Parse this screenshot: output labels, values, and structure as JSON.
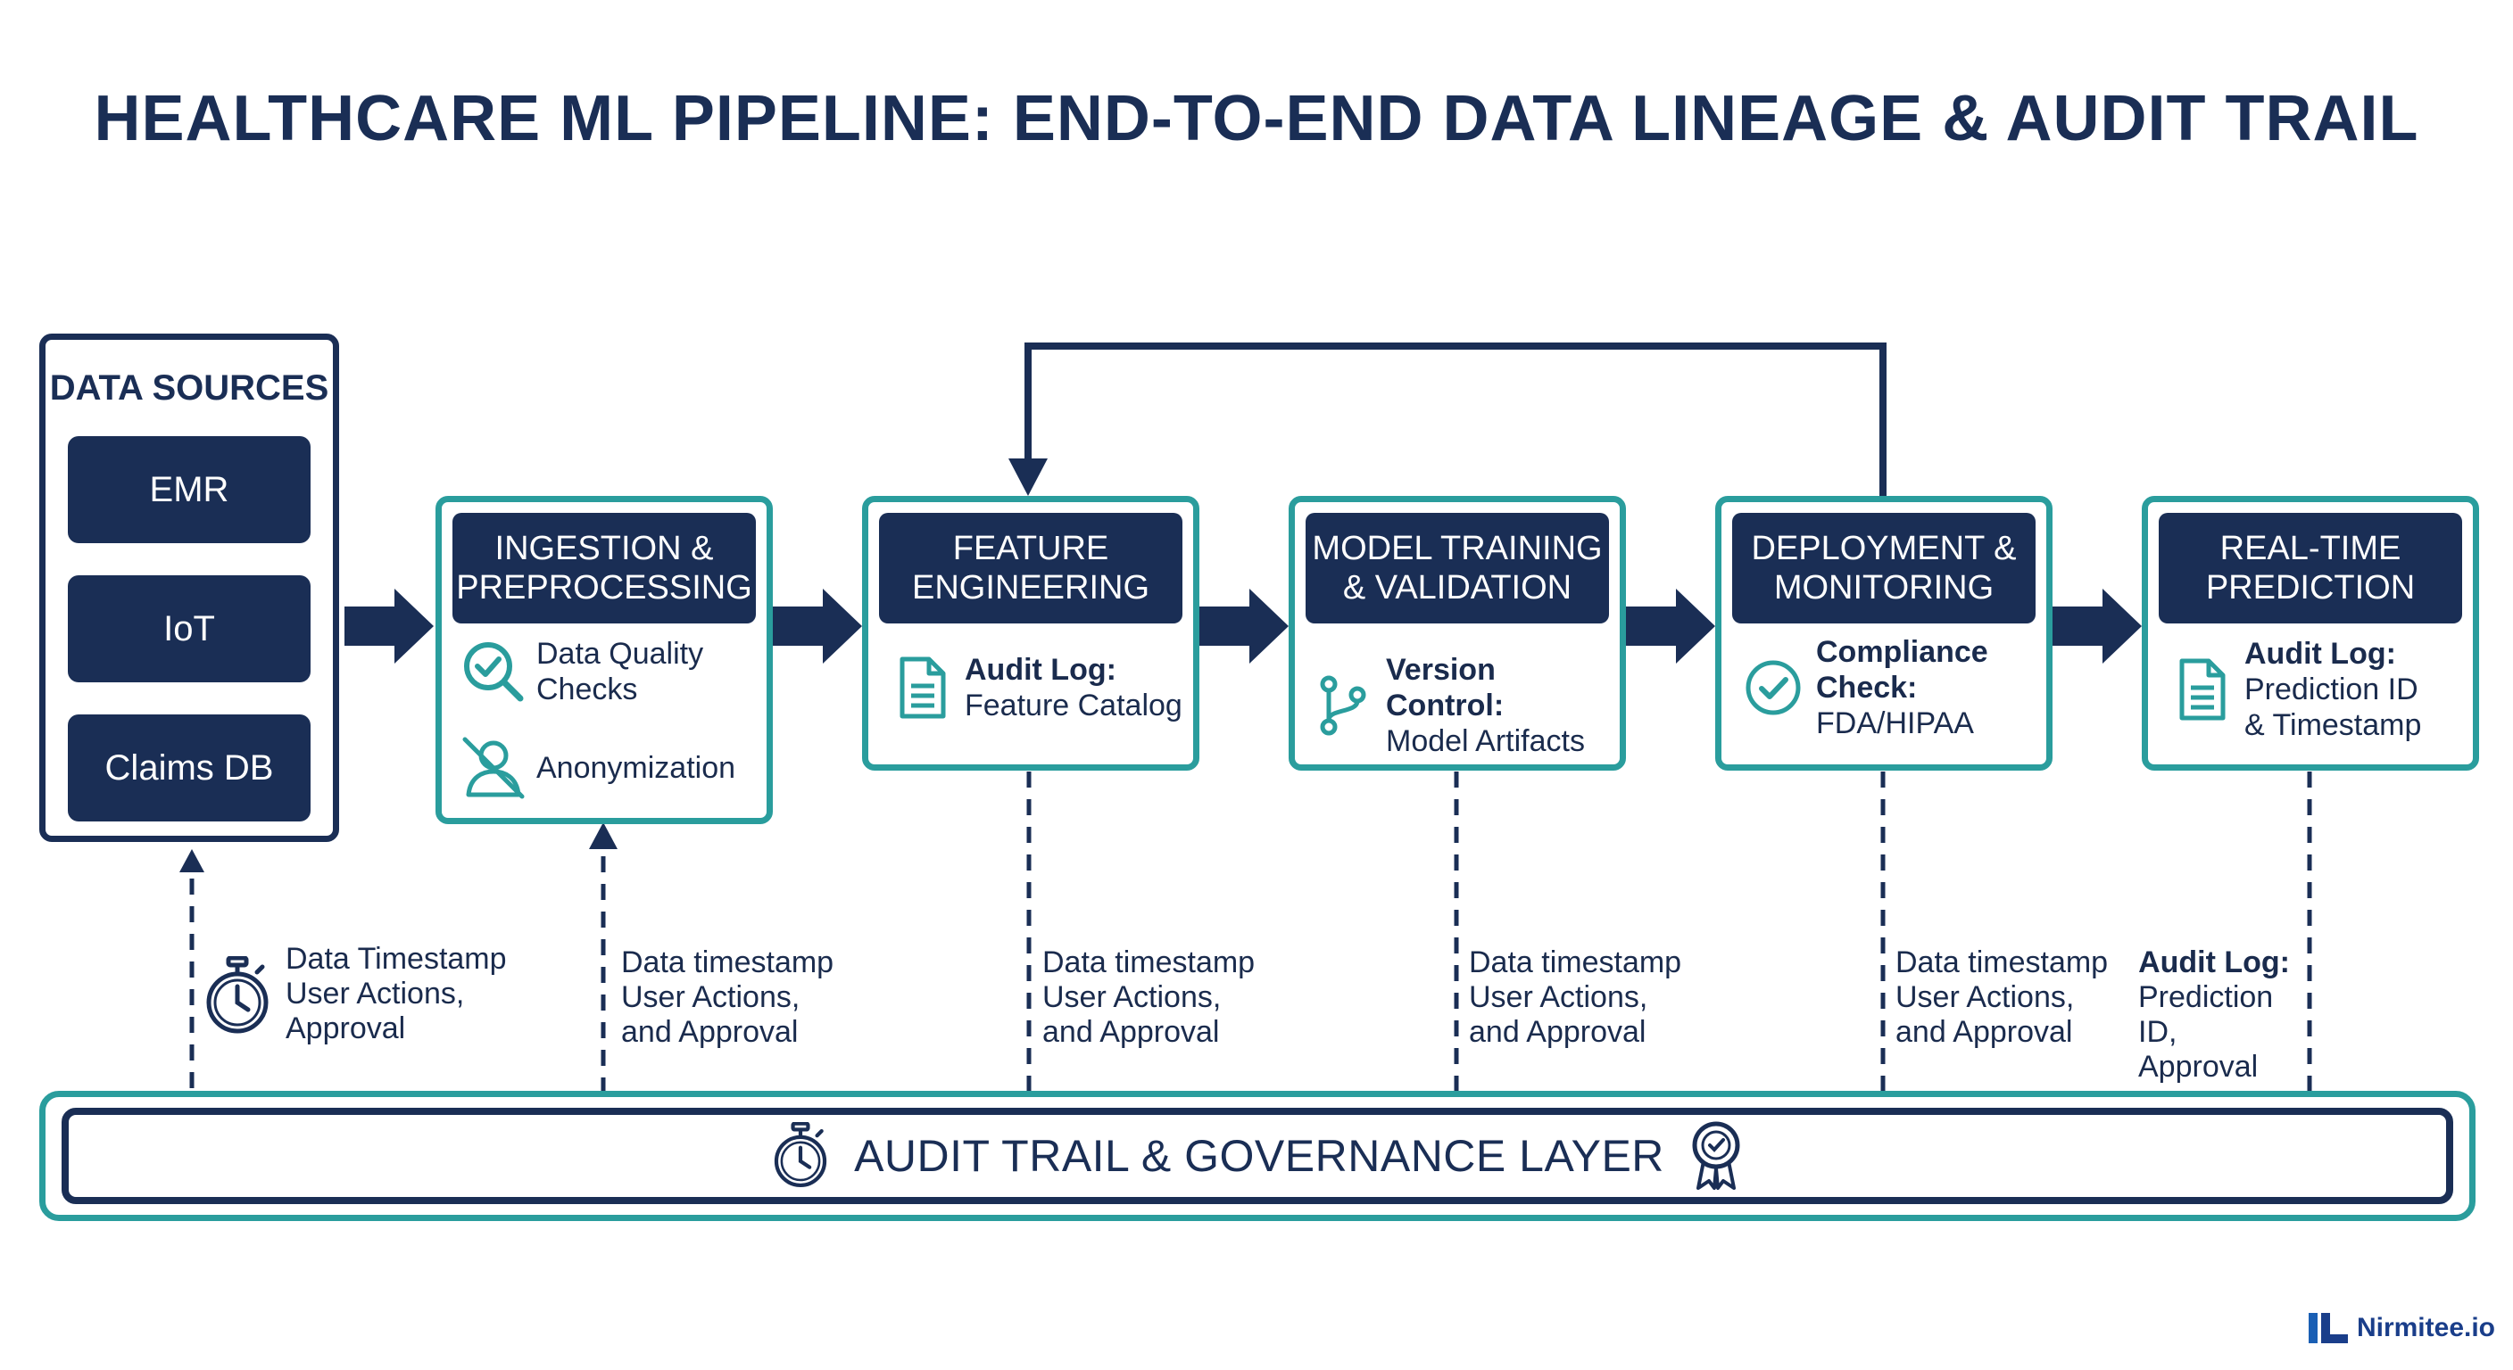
{
  "title": "HEALTHCARE ML PIPELINE: END-TO-END DATA LINEAGE & AUDIT TRAIL",
  "data_sources": {
    "title": "DATA SOURCES",
    "items": [
      "EMR",
      "IoT",
      "Claims DB"
    ]
  },
  "stages": [
    {
      "title_lines": [
        "INGESTION &",
        "PREPROCESSING"
      ],
      "rows": [
        {
          "icon": "magnifier-check-icon",
          "lines": [
            "Data Quality",
            "Checks"
          ]
        },
        {
          "icon": "user-slash-icon",
          "lines": [
            "Anonymization"
          ]
        }
      ]
    },
    {
      "title_lines": [
        "FEATURE",
        "ENGINEERING"
      ],
      "rows": [
        {
          "icon": "document-icon",
          "bold": "Audit Log:",
          "lines": [
            "Feature Catalog"
          ]
        }
      ]
    },
    {
      "title_lines": [
        "MODEL TRAINING",
        "& VALIDATION"
      ],
      "rows": [
        {
          "icon": "version-branch-icon",
          "bold": "Version Control:",
          "lines": [
            "Model Artifacts"
          ]
        }
      ]
    },
    {
      "title_lines": [
        "DEPLOYMENT &",
        "MONITORING"
      ],
      "rows": [
        {
          "icon": "check-circle-icon",
          "bold_lines": [
            "Compliance",
            "Check:"
          ],
          "lines": [
            "FDA/HIPAA"
          ]
        }
      ]
    },
    {
      "title_lines": [
        "REAL-TIME",
        "PREDICTION"
      ],
      "rows": [
        {
          "icon": "document-icon",
          "bold": "Audit Log:",
          "lines": [
            "Prediction ID",
            "& Timestamp"
          ]
        }
      ]
    }
  ],
  "annotations": [
    {
      "icon": "stopwatch-icon",
      "lines": [
        "Data Timestamp",
        "User Actions,",
        "Approval"
      ]
    },
    {
      "lines": [
        "Data timestamp",
        "User Actions,",
        "and Approval"
      ]
    },
    {
      "lines": [
        "Data timestamp",
        "User Actions,",
        "and Approval"
      ]
    },
    {
      "lines": [
        "Data timestamp",
        "User Actions,",
        "and Approval"
      ]
    },
    {
      "lines": [
        "Data timestamp",
        "User Actions,",
        "and Approval"
      ]
    },
    {
      "bold": "Audit Log:",
      "lines": [
        "Prediction",
        "ID, Approval"
      ]
    }
  ],
  "governance": {
    "label": "AUDIT TRAIL & GOVERNANCE LAYER",
    "left_icon": "stopwatch-icon",
    "right_icon": "award-ribbon-icon"
  },
  "brand": {
    "name": "Nirmitee.io",
    "icon": "nirmitee-logo-icon"
  },
  "colors": {
    "navy": "#1a2e55",
    "teal": "#2a9d9d"
  }
}
